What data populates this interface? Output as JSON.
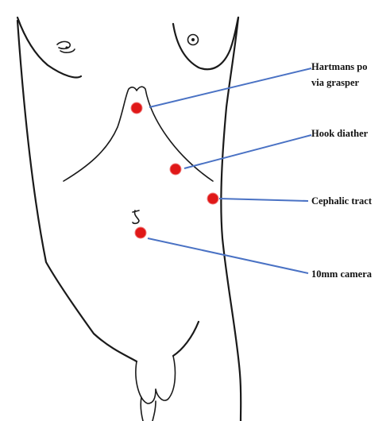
{
  "diagram": {
    "ports": [
      {
        "id": "hartmans",
        "lines": [
          "Hartmans po",
          "via grasper"
        ]
      },
      {
        "id": "hook",
        "lines": [
          "Hook diather"
        ]
      },
      {
        "id": "cephalic",
        "lines": [
          "Cephalic tract"
        ]
      },
      {
        "id": "camera",
        "lines": [
          "10mm camera"
        ]
      }
    ],
    "colors": {
      "port": "#e01818",
      "leader": "#4a72c4",
      "outline": "#1a1a1a"
    }
  }
}
